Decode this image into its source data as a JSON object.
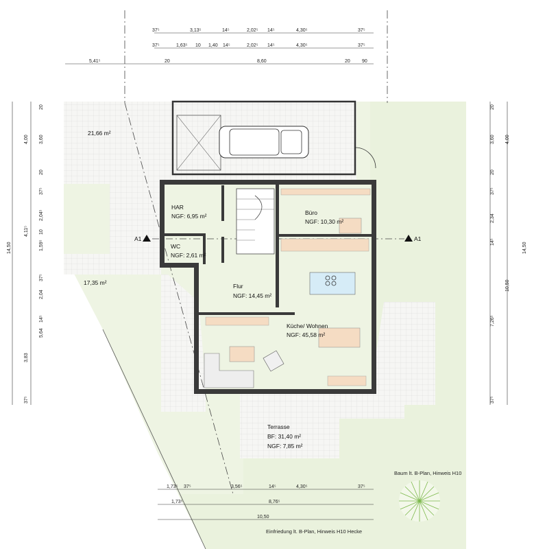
{
  "rooms": {
    "har": {
      "name": "HAR",
      "area": "NGF: 6,95 m²"
    },
    "wc": {
      "name": "WC",
      "area": "NGF: 2,61 m²"
    },
    "flur": {
      "name": "Flur",
      "area": "NGF: 14,45 m²"
    },
    "buero": {
      "name": "Büro",
      "area": "NGF: 10,30 m²"
    },
    "kueche": {
      "name": "Küche/ Wohnen",
      "area": "NGF:  45,58 m²"
    },
    "terrasse": {
      "name": "Terrasse",
      "bf": "BF:  31,40 m²",
      "ngf": "NGF: 7,85 m²"
    }
  },
  "areas": {
    "top_left": "21,66 m²",
    "left_mid": "17,35 m²"
  },
  "section_marks": {
    "left": "A1",
    "right": "A1"
  },
  "notes": {
    "tree": "Baum lt. B-Plan, Hinweis H10",
    "fence": "Einfriedung lt. B-Plan, Hinweis H10 Hecke"
  },
  "dims_top_row1": [
    "37⁵",
    "3,13⁵",
    "14⁵",
    "2,02⁵",
    "14⁵",
    "4,30⁵",
    "37⁵"
  ],
  "dims_top_row2": [
    "37⁵",
    "1,63⁵",
    "10",
    "1,40",
    "14⁵",
    "2,02⁵",
    "14⁵",
    "4,30⁵",
    "37⁵"
  ],
  "dims_top_row3": [
    "5,41⁵",
    "20",
    "8,60",
    "20",
    "90"
  ],
  "dims_left_outer": "14,50",
  "dims_left_inner": [
    "20",
    "4,00",
    "3,60",
    "20",
    "37⁵",
    "4,11⁵",
    "2,04⁵",
    "10",
    "1,59⁵",
    "37⁵",
    "2,04",
    "14⁵",
    "5,64",
    "3,83",
    "37⁵"
  ],
  "dims_right_inner": [
    "20",
    "3,60",
    "4,00",
    "20",
    "37⁵",
    "2,34",
    "14⁵",
    "10,50",
    "7,26⁵",
    "37⁵"
  ],
  "dims_right_outer": "14,50",
  "dims_bottom_row1": [
    "1,73⁵",
    "37⁵",
    "3,56⁵",
    "14⁵",
    "4,30⁵",
    "37⁵"
  ],
  "dims_bottom_row2": [
    "1,73⁵",
    "8,76⁵"
  ],
  "dims_bottom_row3": "10,50"
}
